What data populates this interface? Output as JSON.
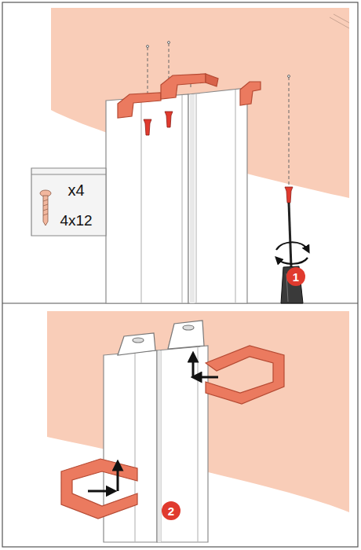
{
  "diagram": {
    "labels": [
      "x4",
      "4x12",
      "1",
      "2"
    ]
  }
}
